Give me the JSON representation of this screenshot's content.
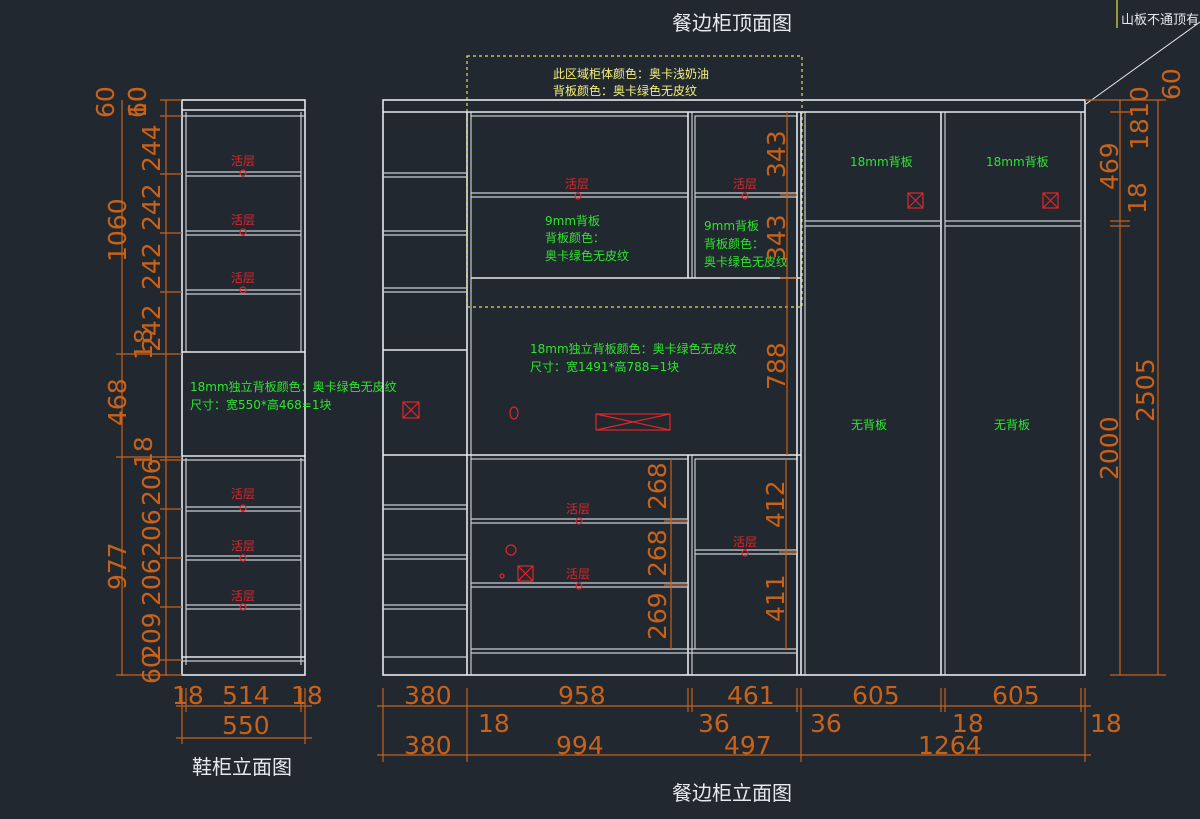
{
  "titles": {
    "top_view": "餐边柜顶面图",
    "front_view": "餐边柜立面图",
    "shoe_view": "鞋柜立面图"
  },
  "callout": {
    "note": "山板不通顶有"
  },
  "shoe_cabinet": {
    "shelf_label": "活层",
    "panel_note_line1": "18mm独立背板颜色：奥卡绿色无皮纹",
    "panel_note_line2": "尺寸：宽550*高468=1块",
    "left_dims": [
      "60",
      "10",
      "60",
      "244",
      "242",
      "242",
      "242",
      "18",
      "1060",
      "468",
      "18",
      "206",
      "206",
      "206",
      "209",
      "60",
      "977"
    ],
    "bottom_dims": [
      "18",
      "514",
      "18",
      "550"
    ]
  },
  "sideboard": {
    "region_note_line1": "此区域柜体颜色：奥卡浅奶油",
    "region_note_line2": "背板颜色：奥卡绿色无皮纹",
    "shelf_label": "活层",
    "back9_line1": "9mm背板",
    "back9_line2": "背板颜色：",
    "back9_line3": "奥卡绿色无皮纹",
    "mid_panel_line1": "18mm独立背板颜色：奥卡绿色无皮纹",
    "mid_panel_line2": "尺寸：宽1491*高788=1块",
    "back18": "18mm背板",
    "no_back": "无背板",
    "inner_dims": [
      "343",
      "343",
      "788",
      "268",
      "268",
      "269",
      "412",
      "411"
    ],
    "right_dims": [
      "10",
      "60",
      "18",
      "469",
      "18",
      "2000",
      "2505"
    ],
    "bottom_row1": [
      "380",
      "958",
      "461",
      "605",
      "605"
    ],
    "bottom_row1_small": [
      "18",
      "36",
      "36",
      "18",
      "18"
    ],
    "bottom_row2": [
      "380",
      "994",
      "497",
      "1264"
    ]
  }
}
